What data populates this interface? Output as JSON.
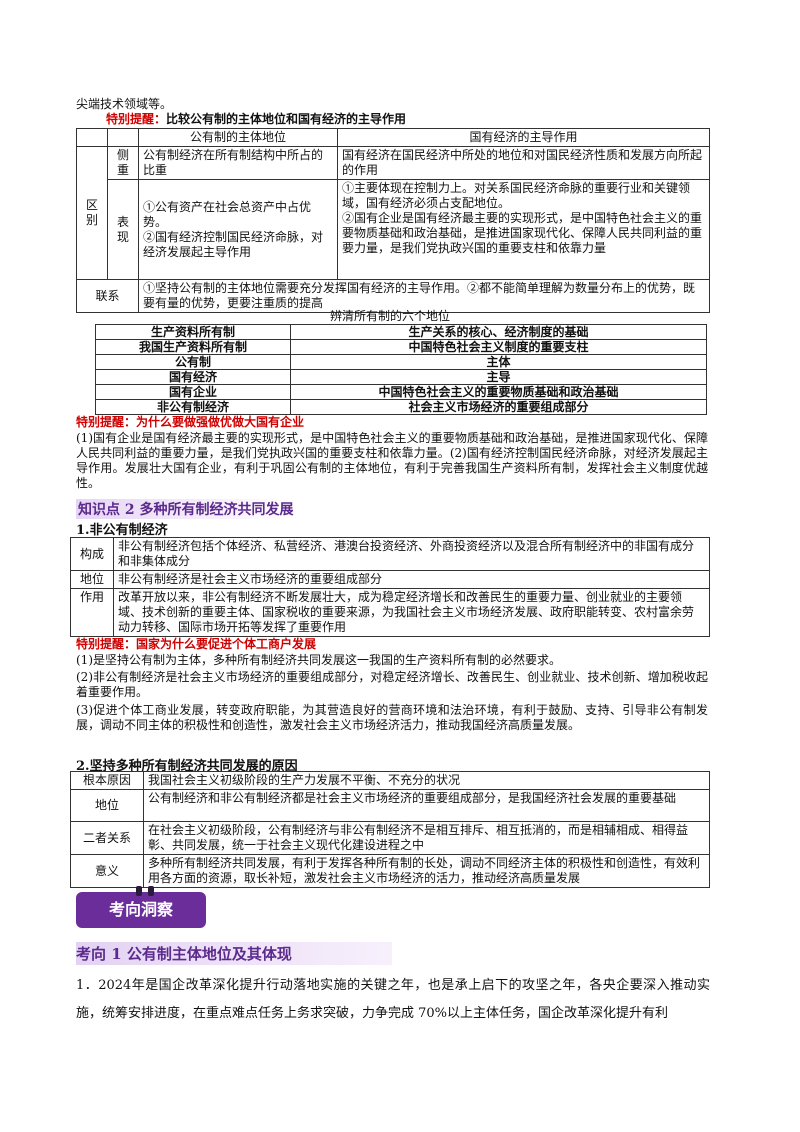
{
  "top_line": "尖端技术领域等。",
  "note1": {
    "label": "特别提醒：",
    "title": "比较公有制的主体地位和国有经济的主导作用"
  },
  "compare_table": {
    "col_headers": [
      "公有制的主体地位",
      "国有经济的主导作用"
    ],
    "group_label": "区别",
    "rows": [
      {
        "label": "侧重",
        "left": "公有制经济在所有制结构中所占的比重",
        "right": "国有经济在国民经济中所处的地位和对国民经济性质和发展方向所起的作用"
      },
      {
        "label": "表现",
        "left": "①公有资产在社会总资产中占优势。\n②国有经济控制国民经济命脉，对经济发展起主导作用",
        "right": "①主要体现在控制力上。对关系国民经济命脉的重要行业和关键领域，国有经济必须占支配地位。\n②国有企业是国有经济最主要的实现形式，是中国特色社会主义的重要物质基础和政治基础，是推进国家现代化、保障人民共同利益的重要力量，是我们党执政兴国的重要支柱和依靠力量"
      }
    ],
    "link_label": "联系",
    "link_text": "①坚持公有制的主体地位需要充分发挥国有经济的主导作用。②都不能简单理解为数量分布上的优势，既要有量的优势，更要注重质的提高"
  },
  "six_table": {
    "title": "辨清所有制的六个地位",
    "rows": [
      [
        "生产资料所有制",
        "生产关系的核心、经济制度的基础"
      ],
      [
        "我国生产资料所有制",
        "中国特色社会主义制度的重要支柱"
      ],
      [
        "公有制",
        "主体"
      ],
      [
        "国有经济",
        "主导"
      ],
      [
        "国有企业",
        "中国特色社会主义的重要物质基础和政治基础"
      ],
      [
        "非公有制经济",
        "社会主义市场经济的重要组成部分"
      ]
    ]
  },
  "note2": {
    "label": "特别提醒：为什么要做强做优做大国有企业",
    "text": "(1)国有企业是国有经济最主要的实现形式，是中国特色社会主义的重要物质基础和政治基础，是推进国家现代化、保障人民共同利益的重要力量，是我们党执政兴国的重要支柱和依靠力量。(2)国有经济控制国民经济命脉，对经济发展起主导作用。发展壮大国有企业，有利于巩固公有制的主体地位，有利于完善我国生产资料所有制，发挥社会主义制度优越性。"
  },
  "kp2": {
    "title": "知识点 2  多种所有制经济共同发展"
  },
  "sec1": {
    "title": "1.非公有制经济",
    "rows": [
      {
        "label": "构成",
        "text": "非公有制经济包括个体经济、私营经济、港澳台投资经济、外商投资经济以及混合所有制经济中的非国有成分和非集体成分"
      },
      {
        "label": "地位",
        "text": "非公有制经济是社会主义市场经济的重要组成部分"
      },
      {
        "label": "作用",
        "text": "改革开放以来，非公有制经济不断发展壮大，成为稳定经济增长和改善民生的重要力量、创业就业的主要领域、技术创新的重要主体、国家税收的重要来源，为我国社会主义市场经济发展、政府职能转变、农村富余劳动力转移、国际市场开拓等发挥了重要作用"
      }
    ]
  },
  "note3": {
    "label": "特别提醒：国家为什么要促进个体工商户发展",
    "items": [
      "(1)是坚持公有制为主体，多种所有制经济共同发展这一我国的生产资料所有制的必然要求。",
      "(2)非公有制经济是社会主义市场经济的重要组成部分，对稳定经济增长、改善民生、创业就业、技术创新、增加税收起着重要作用。",
      "(3)促进个体工商业发展，转变政府职能，为其营造良好的营商环境和法治环境，有利于鼓励、支持、引导非公有制发展，调动不同主体的积极性和创造性，激发社会主义市场经济活力，推动我国经济高质量发展。"
    ]
  },
  "sec2": {
    "title": "2.坚持多种所有制经济共同发展的原因",
    "rows": [
      {
        "label": "根本原因",
        "text": "我国社会主义初级阶段的生产力发展不平衡、不充分的状况"
      },
      {
        "label": "地位",
        "text": "公有制经济和非公有制经济都是社会主义市场经济的重要组成部分，是我国经济社会发展的重要基础"
      },
      {
        "label": "二者关系",
        "text": "在社会主义初级阶段，公有制经济与非公有制经济不是相互排斥、相互抵消的，而是相辅相成、相得益彰、共同发展，统一于社会主义现代化建设进程之中"
      },
      {
        "label": "意义",
        "text": "多种所有制经济共同发展，有利于发挥各种所有制的长处，调动不同经济主体的积极性和创造性，有效利用各方面的资源，取长补短，激发社会主义市场经济的活力，推动经济高质量发展"
      }
    ]
  },
  "badge": {
    "label": "考向洞察"
  },
  "direction1": {
    "title": "考向 1  公有制主体地位及其体现"
  },
  "question1": {
    "text": "1．2024年是国企改革深化提升行动落地实施的关键之年，也是承上启下的攻坚之年，各央企要深入推动实施，统筹安排进度，在重点难点任务上务求突破，力争完成 70%以上主体任务，国企改革深化提升有利"
  }
}
